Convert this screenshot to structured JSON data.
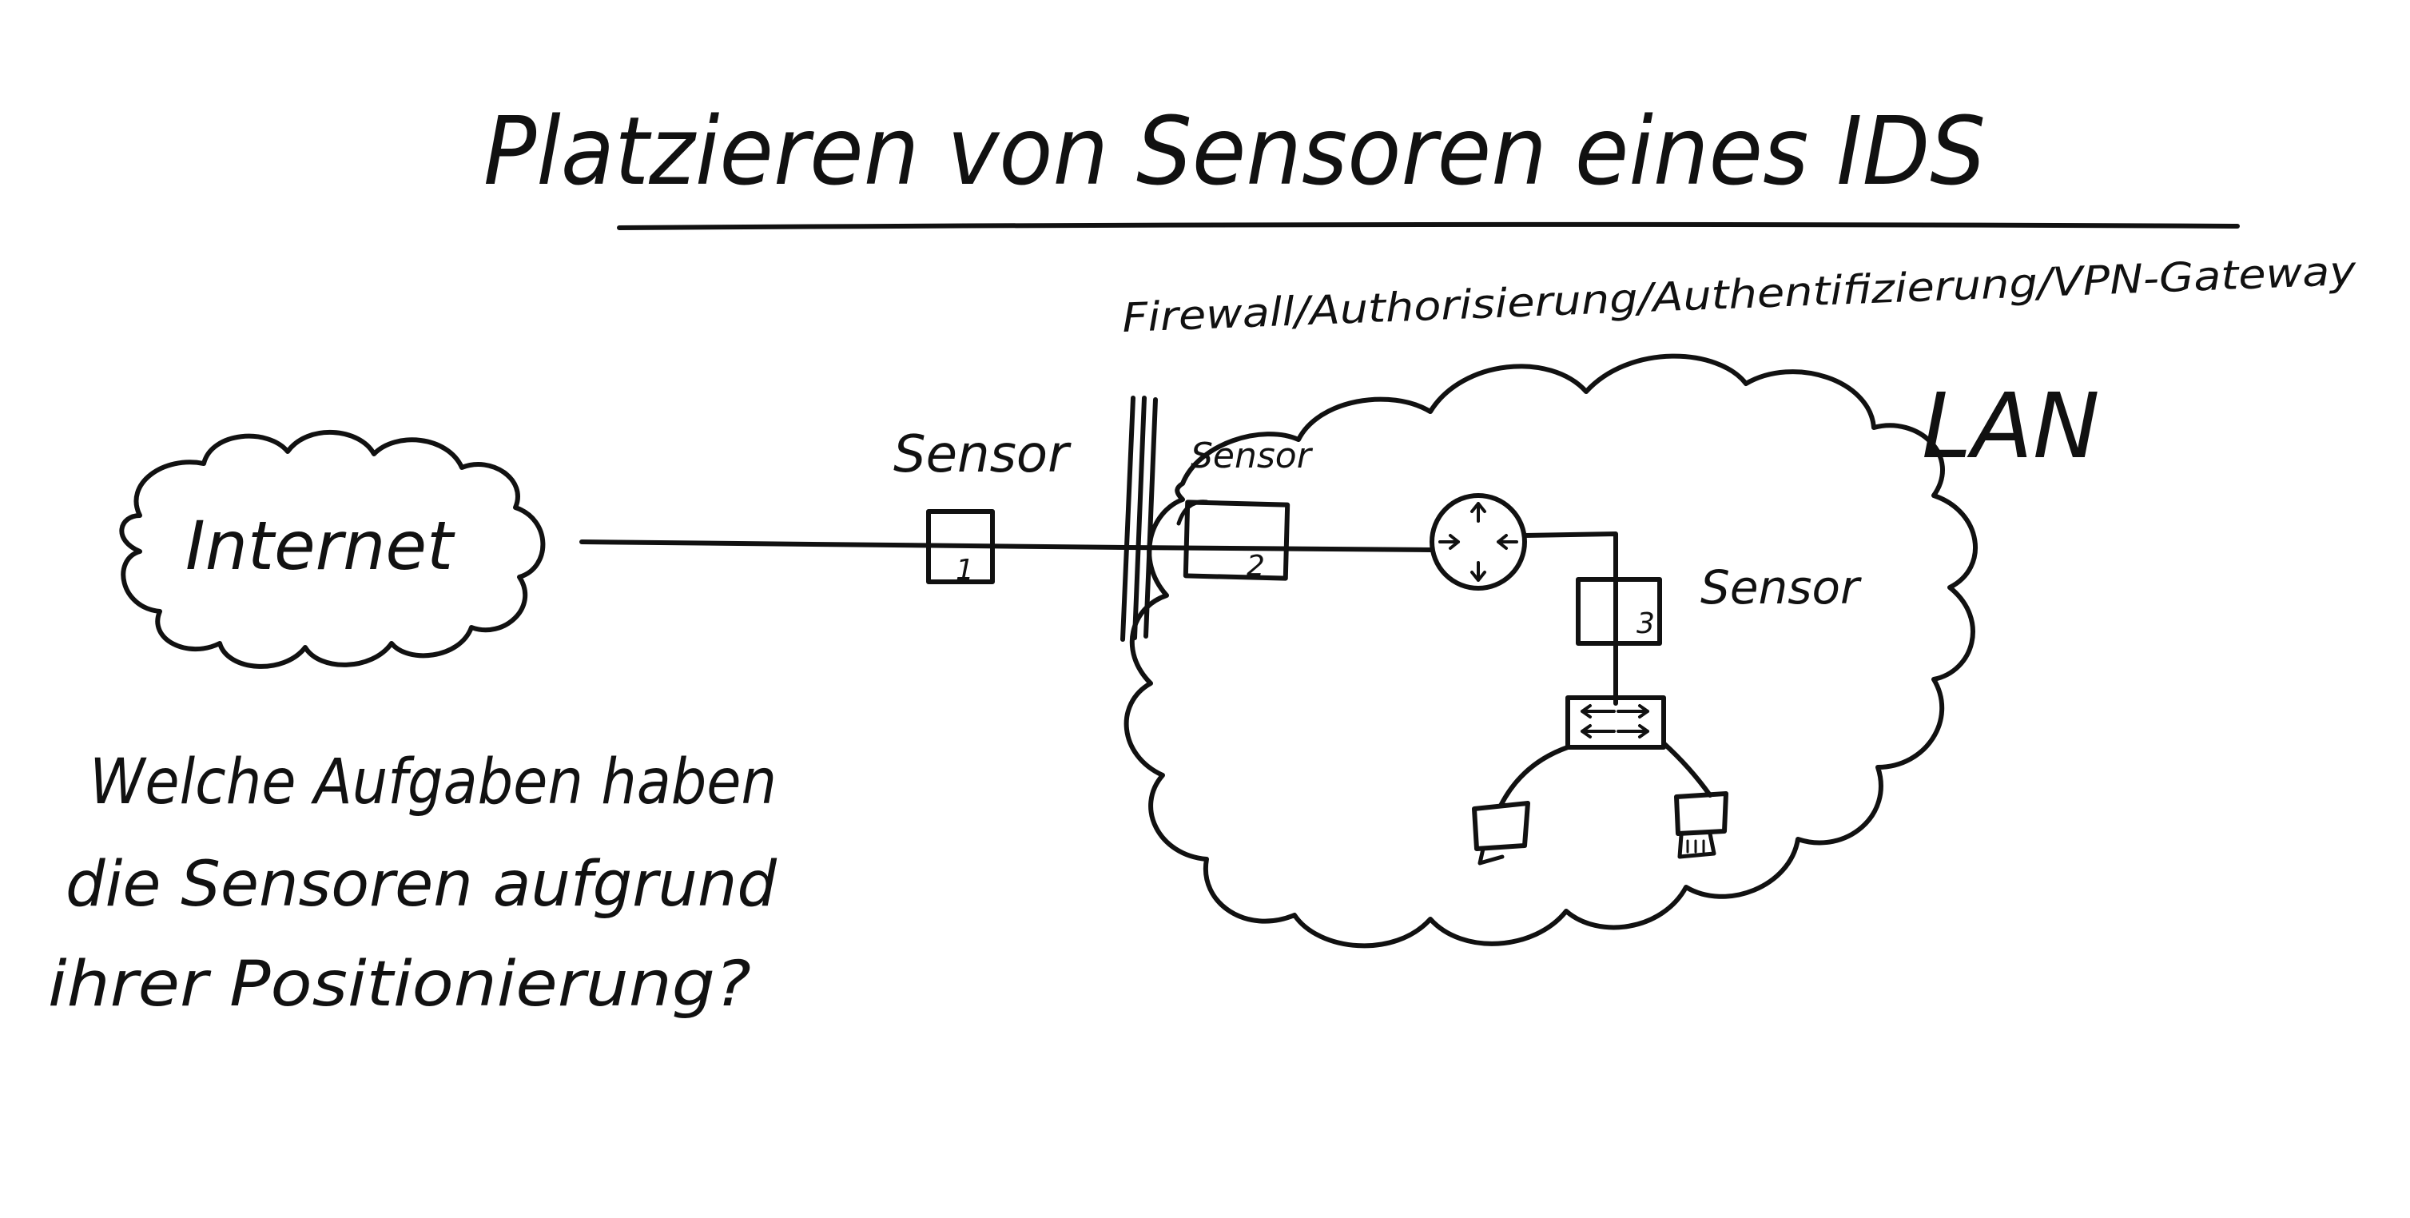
{
  "title": "Platzieren von Sensoren eines IDS",
  "firewall_label": "Firewall/Authorisierung/Authentifizierung/VPN-Gateway",
  "lan_label": "LAN",
  "internet_label": "Internet",
  "sensors": [
    {
      "label": "Sensor",
      "number": "1"
    },
    {
      "label": "Sensor",
      "number": "2"
    },
    {
      "label": "Sensor",
      "number": "3"
    }
  ],
  "question": {
    "line1": "Welche Aufgaben haben",
    "line2": "die Sensoren aufgrund",
    "line3": "ihrer Positionierung?"
  },
  "colors": {
    "ink": "#111111",
    "background": "#ffffff"
  }
}
